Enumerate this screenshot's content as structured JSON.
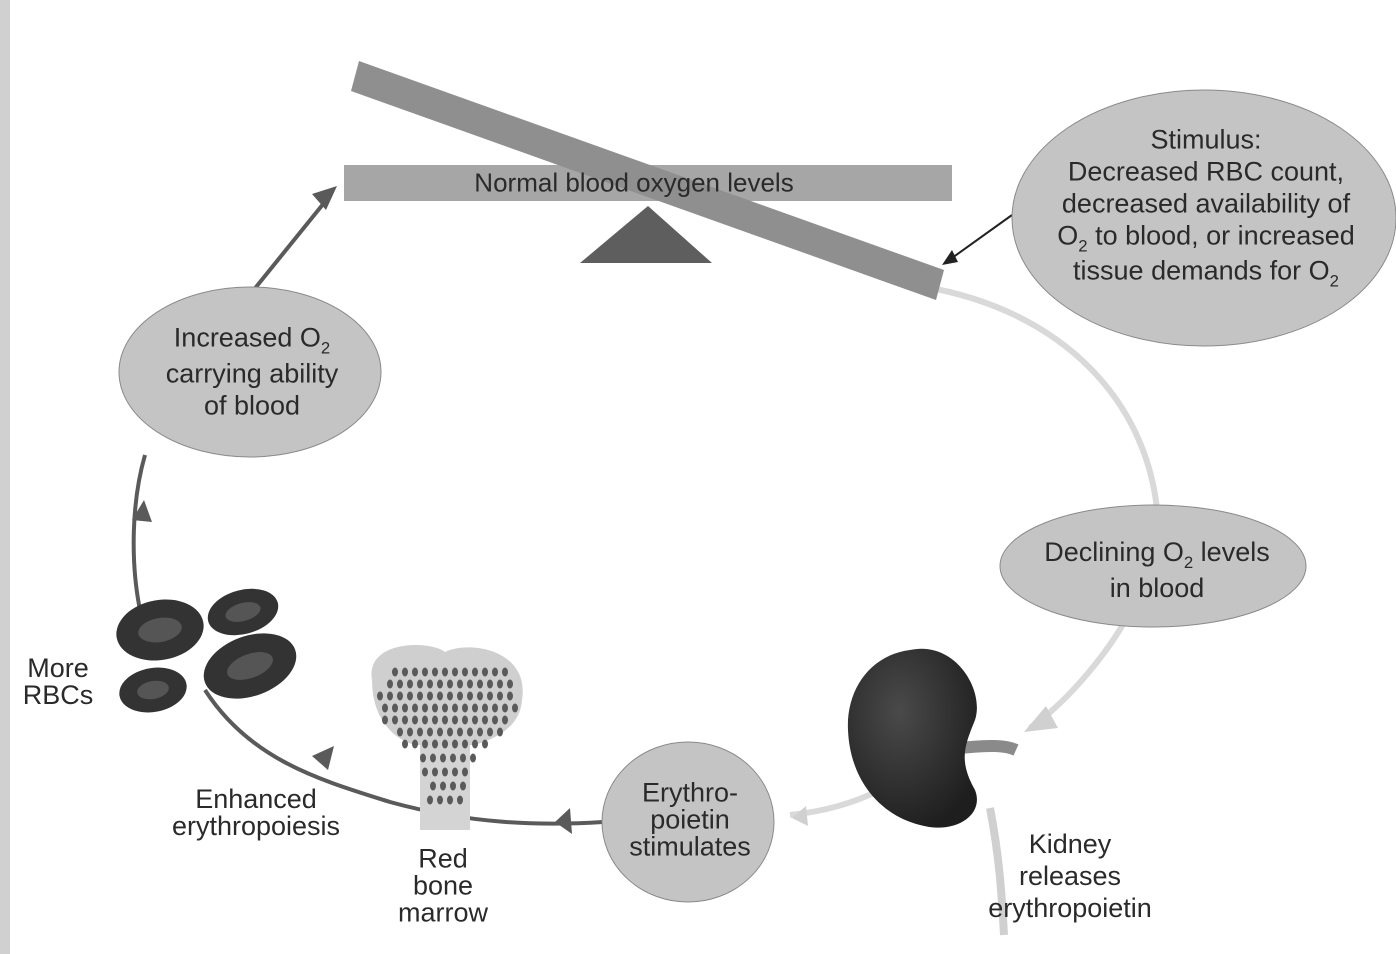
{
  "diagram": {
    "balance": {
      "bar_label": "Normal blood oxygen levels"
    },
    "stimulus": {
      "lines": [
        [
          "Stimulus:"
        ],
        [
          "Decreased RBC count,"
        ],
        [
          "decreased availability of"
        ],
        [
          "O",
          "2",
          " to blood, or increased"
        ],
        [
          "tissue demands for O",
          "2",
          ""
        ]
      ]
    },
    "declining": {
      "lines": [
        [
          "Declining O",
          "2",
          " levels"
        ],
        [
          "in blood"
        ]
      ]
    },
    "kidney_label": [
      "Kidney",
      "releases",
      "erythropoietin"
    ],
    "erythropoietin": [
      "Erythro-",
      "poietin",
      "stimulates"
    ],
    "bone_marrow_label": [
      "Red",
      "bone",
      "marrow"
    ],
    "enhanced_label": [
      "Enhanced",
      "erythropoiesis"
    ],
    "rbc_label": [
      "More",
      "RBCs"
    ],
    "increased": {
      "lines": [
        [
          "Increased O",
          "2",
          ""
        ],
        [
          "carrying ability"
        ],
        [
          "of blood"
        ]
      ]
    },
    "colors": {
      "bar": "#a6a6a6",
      "oval": "#c4c4c4",
      "dark_arrow": "#5a5a5a",
      "light_arrow": "#d9d9d9",
      "kidney": "#2f2f2f",
      "rbc": "#333333"
    }
  }
}
